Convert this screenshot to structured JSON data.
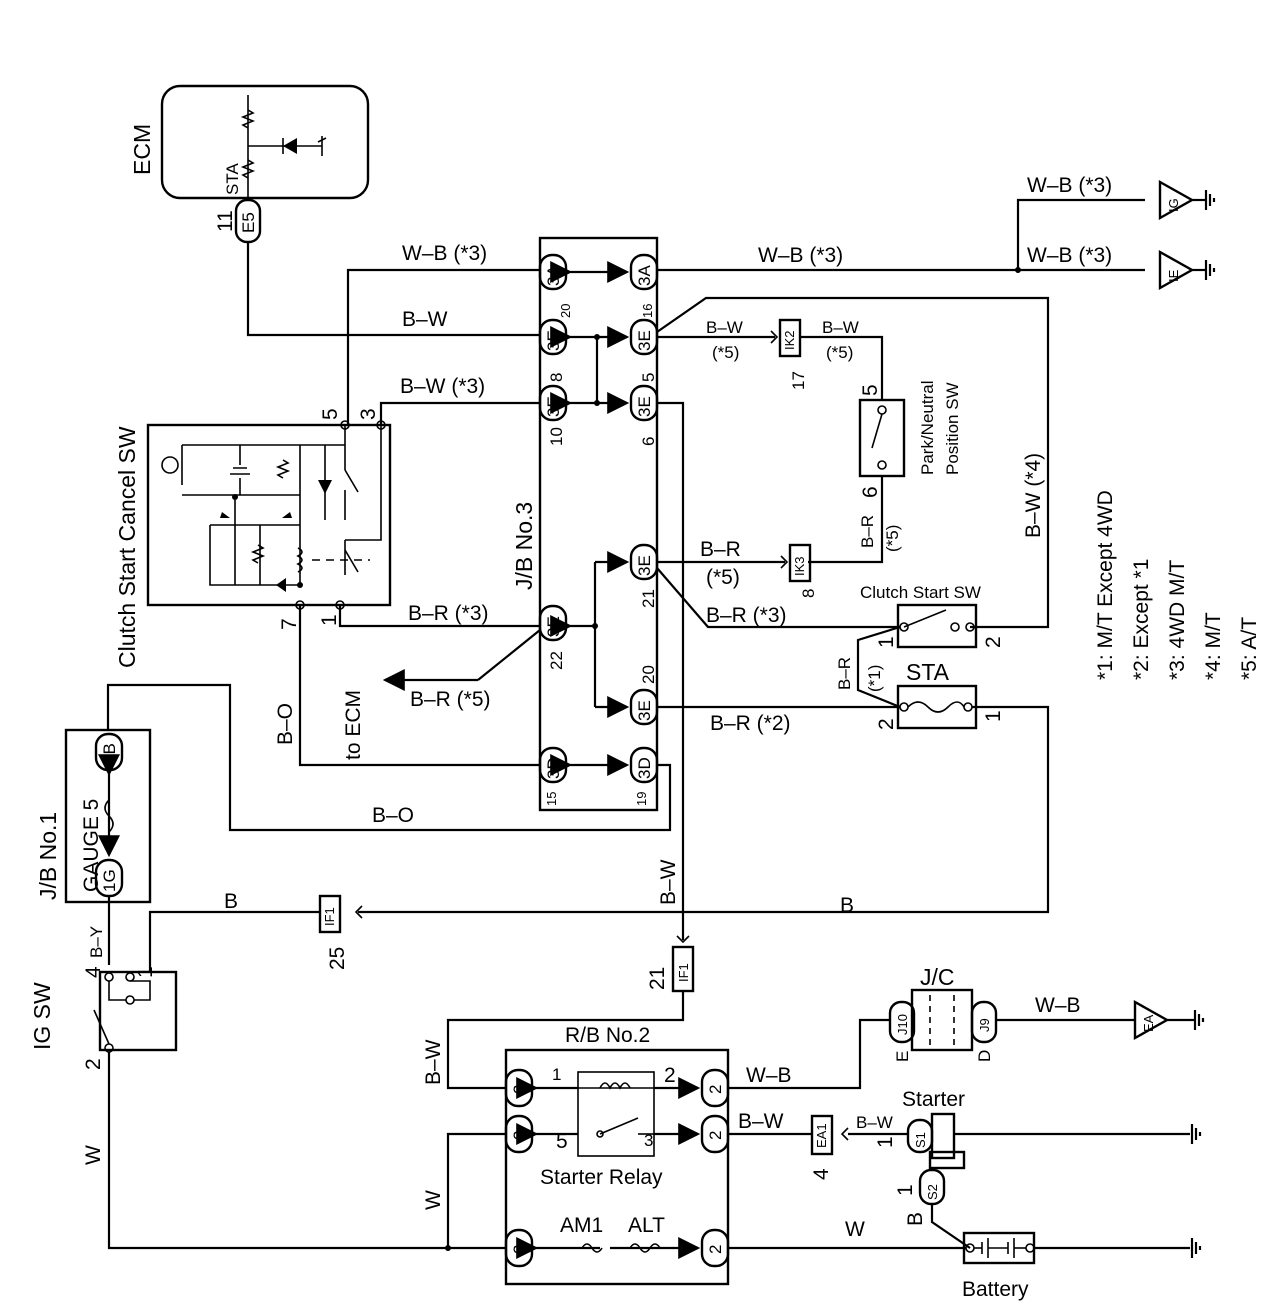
{
  "components": {
    "ecm": "ECM",
    "ecm_sta": "STA",
    "ecm_pin": "11",
    "ecm_conn": "E5",
    "jb3": "J/B No.3",
    "jb1": "J/B No.1",
    "gauge_fuse": "GAUGE 5",
    "clutch_cancel": "Clutch Start Cancel SW",
    "park_neutral_1": "Park/Neutral",
    "park_neutral_2": "Position SW",
    "clutch_start": "Clutch Start SW",
    "sta_fuse": "STA",
    "ig_sw": "IG SW",
    "rb2": "R/B No.2",
    "starter_relay": "Starter Relay",
    "am1": "AM1",
    "alt": "ALT",
    "jc": "J/C",
    "starter": "Starter",
    "battery": "Battery",
    "to_ecm": "to ECM"
  },
  "wires": {
    "wb3": "W–B (*3)",
    "bw": "B–W",
    "bw3": "B–W (*3)",
    "bw5": "B–W",
    "p5": "(*5)",
    "bw4": "B–W (*4)",
    "br": "B–R",
    "br3": "B–R (*3)",
    "br5": "B–R (*5)",
    "br2": "B–R (*2)",
    "br1": "B–R",
    "p1": "(*1)",
    "bo": "B–O",
    "b": "B",
    "by": "B–Y",
    "w": "W",
    "wb": "W–B"
  },
  "connectors": {
    "c3a": "3A",
    "c3e": "3E",
    "c3d": "3D",
    "c1b": "1B",
    "c1g": "1G",
    "ik2": "IK2",
    "ik3": "IK3",
    "if1": "IF1",
    "ea1": "EA1",
    "s1": "S1",
    "s2": "S2",
    "j10": "J10",
    "j9": "J9",
    "ig": "IG",
    "ie": "IE",
    "ea": "EA",
    "two": "2"
  },
  "pins": {
    "p20": "20",
    "p16": "16",
    "p8": "8",
    "p5": "5",
    "p10": "10",
    "p6": "6",
    "p21": "21",
    "p22": "22",
    "p15": "15",
    "p19": "19",
    "p3": "3",
    "p7": "7",
    "p1": "1",
    "p17": "17",
    "p2": "2",
    "p4": "4",
    "p25": "25",
    "pE": "E",
    "pD": "D"
  },
  "notes": [
    "*1: M/T Except 4WD",
    "*2: Except *1",
    "*3: 4WD M/T",
    "*4: M/T",
    "*5: A/T"
  ]
}
